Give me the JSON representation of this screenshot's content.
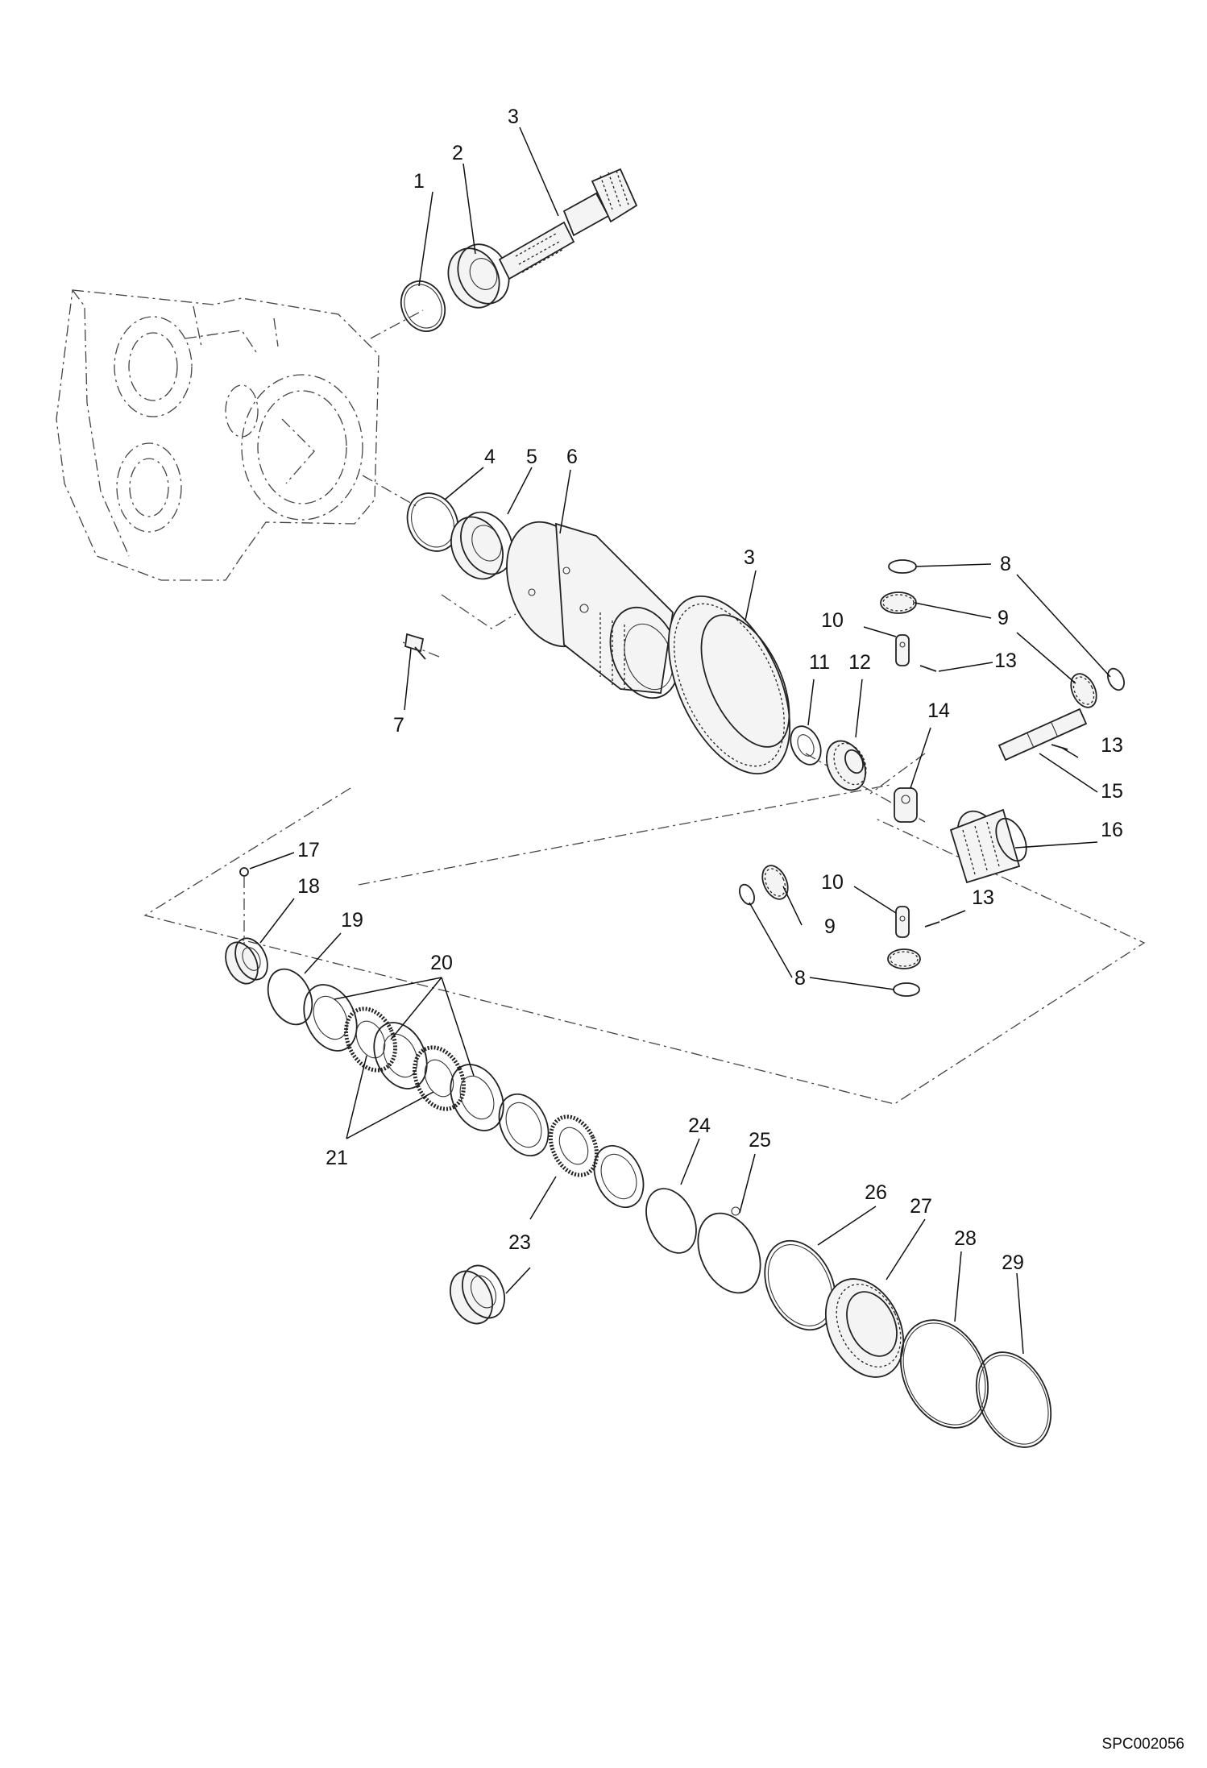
{
  "diagram": {
    "drawing_code": "SPC002056",
    "callouts": [
      {
        "id": "c1",
        "label": "1"
      },
      {
        "id": "c2",
        "label": "2"
      },
      {
        "id": "c3a",
        "label": "3"
      },
      {
        "id": "c3b",
        "label": "3"
      },
      {
        "id": "c4",
        "label": "4"
      },
      {
        "id": "c5",
        "label": "5"
      },
      {
        "id": "c6",
        "label": "6"
      },
      {
        "id": "c7",
        "label": "7"
      },
      {
        "id": "c8a",
        "label": "8"
      },
      {
        "id": "c8b",
        "label": "8"
      },
      {
        "id": "c9a",
        "label": "9"
      },
      {
        "id": "c9b",
        "label": "9"
      },
      {
        "id": "c10a",
        "label": "10"
      },
      {
        "id": "c10b",
        "label": "10"
      },
      {
        "id": "c11",
        "label": "11"
      },
      {
        "id": "c12",
        "label": "12"
      },
      {
        "id": "c13a",
        "label": "13"
      },
      {
        "id": "c13b",
        "label": "13"
      },
      {
        "id": "c13c",
        "label": "13"
      },
      {
        "id": "c14",
        "label": "14"
      },
      {
        "id": "c15",
        "label": "15"
      },
      {
        "id": "c16",
        "label": "16"
      },
      {
        "id": "c17",
        "label": "17"
      },
      {
        "id": "c18",
        "label": "18"
      },
      {
        "id": "c19",
        "label": "19"
      },
      {
        "id": "c20",
        "label": "20"
      },
      {
        "id": "c21",
        "label": "21"
      },
      {
        "id": "c23",
        "label": "23"
      },
      {
        "id": "c24",
        "label": "24"
      },
      {
        "id": "c25",
        "label": "25"
      },
      {
        "id": "c26",
        "label": "26"
      },
      {
        "id": "c27",
        "label": "27"
      },
      {
        "id": "c28",
        "label": "28"
      },
      {
        "id": "c29",
        "label": "29"
      }
    ]
  }
}
